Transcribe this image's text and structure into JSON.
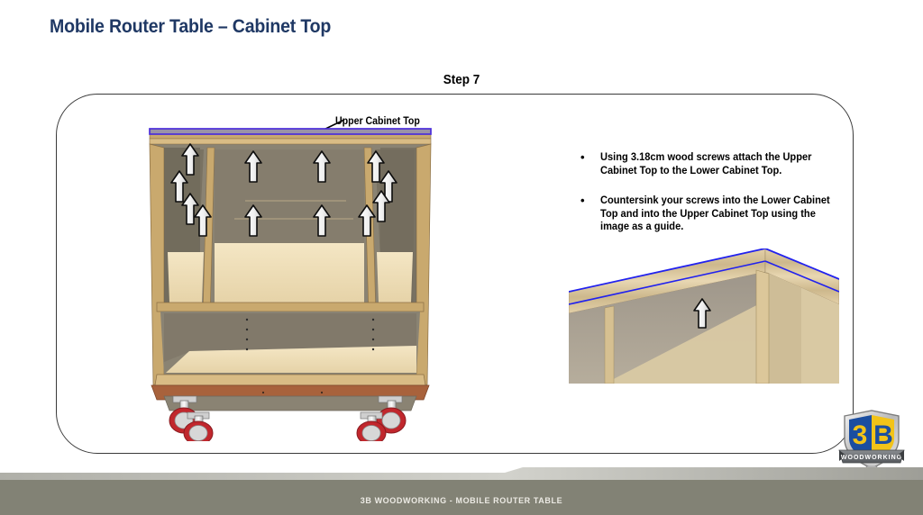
{
  "slide": {
    "title": "Mobile Router Table – Cabinet Top",
    "title_color": "#1F3864",
    "step_heading": "Step 7"
  },
  "callout": {
    "label": "Upper Cabinet Top",
    "icon": "arrow-pointer-icon"
  },
  "bullets": [
    {
      "marker": "•",
      "text": "Using 3.18cm wood screws attach the Upper Cabinet Top to the Lower Cabinet Top."
    },
    {
      "marker": "•",
      "text": "Countersink your screws into the Lower Cabinet Top and into the Upper Cabinet Top using the image as a guide."
    }
  ],
  "cabinet_figure": {
    "name": "cabinet-assembly-illustration",
    "top_panel_highlight_color": "#4B2EDB",
    "wood_light_color": "#EFDFB8",
    "wood_frame_color": "#C9A96E",
    "interior_shade_color": "#8A8373",
    "base_color": "#A8623C",
    "caster_color": "#C1272D",
    "arrow_count": 12,
    "arrow_fill": "#F2F2F2",
    "arrow_stroke": "#111111"
  },
  "detail_figure": {
    "name": "corner-detail-photo",
    "edge_highlight_color": "#2222EE",
    "arrow_fill": "#F2F2F2",
    "plywood_color": "#D9C9A3"
  },
  "logo": {
    "mark": "3B",
    "banner": "WOODWORKING",
    "blue": "#1B4EA0",
    "yellow": "#F2C318",
    "banner_color": "#6E7277"
  },
  "footer": {
    "text": "3B WOODWORKING - MOBILE ROUTER TABLE",
    "bar_color": "#828275",
    "strip_color": "#B7B7B0"
  }
}
